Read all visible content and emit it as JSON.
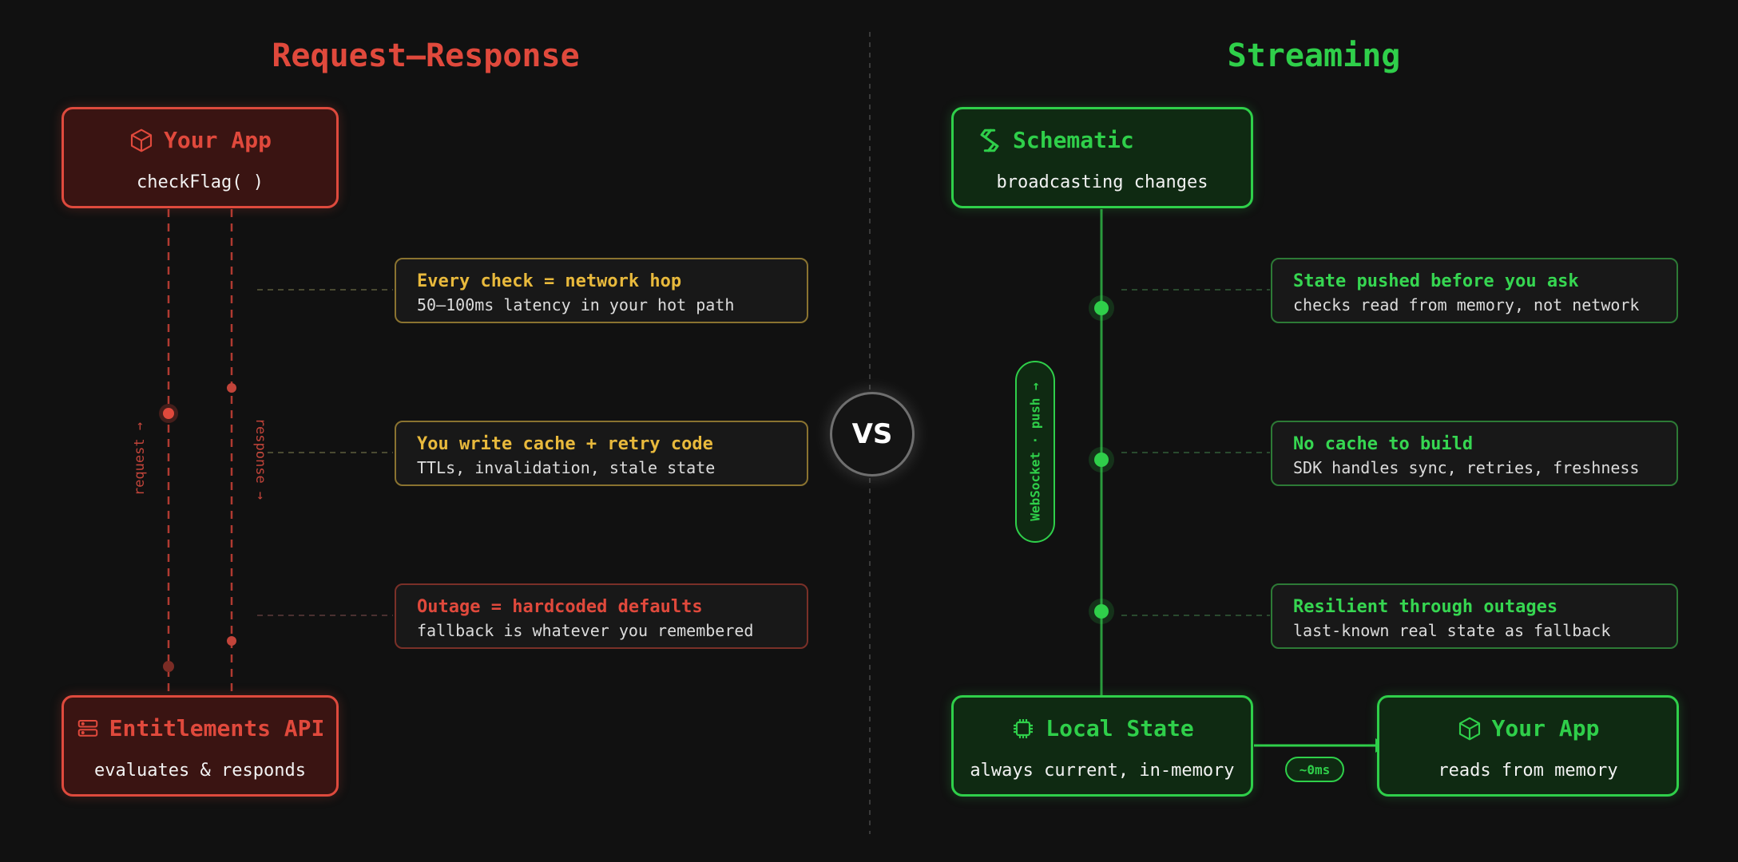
{
  "left": {
    "title": "Request—Response",
    "app": {
      "title": "Your App",
      "subtitle": "checkFlag( )"
    },
    "api": {
      "title": "Entitlements API",
      "subtitle": "evaluates & responds"
    },
    "request_label": "request →",
    "response_label": "response →",
    "callouts": [
      {
        "heading": "Every check = network hop",
        "body": "50–100ms latency in your hot path"
      },
      {
        "heading": "You write cache + retry code",
        "body": "TTLs, invalidation, stale state"
      },
      {
        "heading": "Outage = hardcoded defaults",
        "body": "fallback is whatever you remembered"
      }
    ]
  },
  "divider": {
    "vs_label": "VS"
  },
  "right": {
    "title": "Streaming",
    "schematic": {
      "title": "Schematic",
      "subtitle": "broadcasting changes"
    },
    "transport_label": "WebSocket · push →",
    "local_state": {
      "title": "Local State",
      "subtitle": "always current, in-memory"
    },
    "app": {
      "title": "Your App",
      "subtitle": "reads from memory"
    },
    "latency_label": "~0ms",
    "callouts": [
      {
        "heading": "State pushed before you ask",
        "body": "checks read from memory, not network"
      },
      {
        "heading": "No cache to build",
        "body": "SDK handles sync, retries, freshness"
      },
      {
        "heading": "Resilient through outages",
        "body": "last-known real state as fallback"
      }
    ]
  },
  "colors": {
    "red": "#e0493c",
    "green": "#2fcf4a",
    "yellow": "#e8b93c",
    "background": "#111111"
  },
  "icons": [
    "cube-icon",
    "server-icon",
    "schematic-logo-icon",
    "chip-icon",
    "cube-icon"
  ]
}
